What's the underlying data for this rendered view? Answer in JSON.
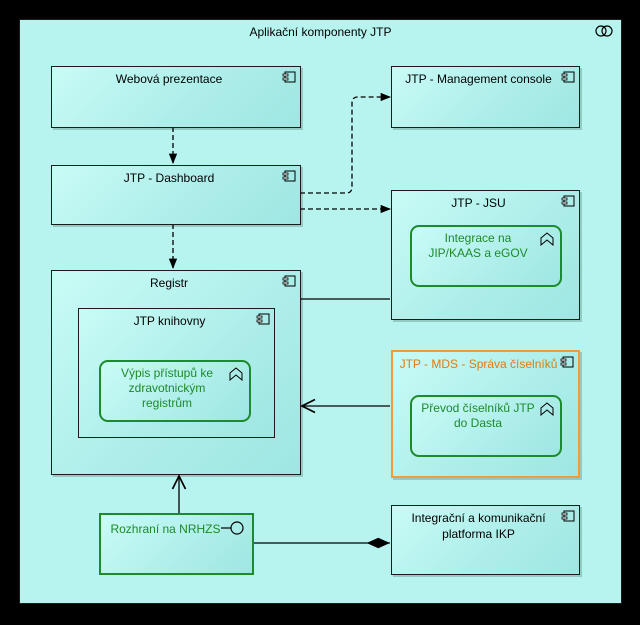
{
  "group": {
    "title": "Aplikační komponenty JTP",
    "icon": "collaboration-icon"
  },
  "components": {
    "webova": "Webová prezentace",
    "management": "JTP - Management console",
    "dashboard": "JTP - Dashboard",
    "jsu": "JTP - JSU",
    "registr": "Registr",
    "knihovny": "JTP knihovny",
    "mds": "JTP - MDS - Správa číselníků",
    "ikp": "Integrační a komunikační platforma IKP"
  },
  "functions": {
    "integrace": "Integrace na JIP/KAAS a eGOV",
    "vypis": "Výpis přístupů ke zdravotnickým registrům",
    "prevod": "Převod číselníků JTP do Dasta"
  },
  "interface": {
    "rozhrani": "Rozhraní na NRHZS"
  },
  "colors": {
    "background": "#000000",
    "group_fill": "#b8f4ef",
    "function_border": "#1d8a2b",
    "highlight_border": "#f39a3a",
    "highlight_text": "#e07a10"
  }
}
